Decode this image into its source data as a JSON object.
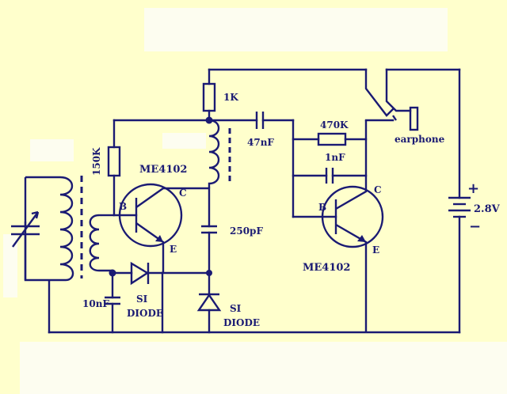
{
  "colors": {
    "background": "#ffffcc",
    "ink": "#1a1a73",
    "blank_box": "#fdfdf0"
  },
  "labels": {
    "r_1k": "1K",
    "r_150k": "150K",
    "r_470k": "470K",
    "c_47nf": "47nF",
    "c_1nf": "1nF",
    "c_250pf": "250pF",
    "c_10nf": "10nF",
    "earphone": "earphone",
    "battery_plus": "+",
    "battery_minus": "−",
    "battery_voltage": "2.8V",
    "transistor1": {
      "name": "ME4102",
      "b": "B",
      "c": "C",
      "e": "E"
    },
    "transistor2": {
      "name": "ME4102",
      "b": "B",
      "c": "C",
      "e": "E"
    },
    "diode1": {
      "line1": "SI",
      "line2": "DIODE"
    },
    "diode2": {
      "line1": "SI",
      "line2": "DIODE"
    }
  }
}
